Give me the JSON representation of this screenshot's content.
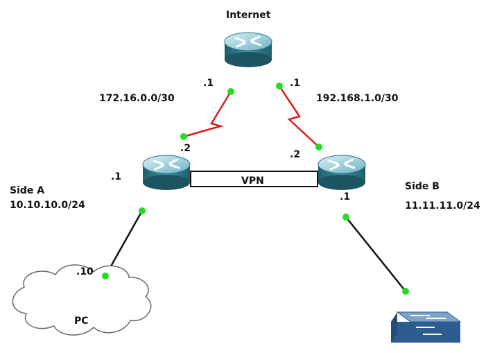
{
  "diagram": {
    "title": "Internet",
    "subnets": {
      "top_left": "172.16.0.0/30",
      "top_right": "192.168.1.0/30",
      "side_a_name": "Side A",
      "side_a_net": "10.10.10.0/24",
      "side_b_name": "Side B",
      "side_b_net": "11.11.11.0/24"
    },
    "interfaces": {
      "internet_left": ".1",
      "internet_right": ".1",
      "router_a_wan": ".2",
      "router_b_wan": ".2",
      "router_a_lan": ".1",
      "router_b_lan": ".1",
      "pc": ".10"
    },
    "vpn_label": "VPN",
    "pc_label": "PC",
    "nodes": {
      "internet_router": "router-icon",
      "router_a": "router-icon",
      "router_b": "router-icon",
      "pc_cloud": "cloud-icon",
      "switch": "switch-icon"
    },
    "colors": {
      "device_teal": "#2f7f91",
      "device_top": "#9fd0db",
      "serial_link": "#e01818",
      "ethernet_link": "#111111",
      "link_dot": "#22dd22",
      "switch_blue": "#2d5d8f"
    }
  }
}
